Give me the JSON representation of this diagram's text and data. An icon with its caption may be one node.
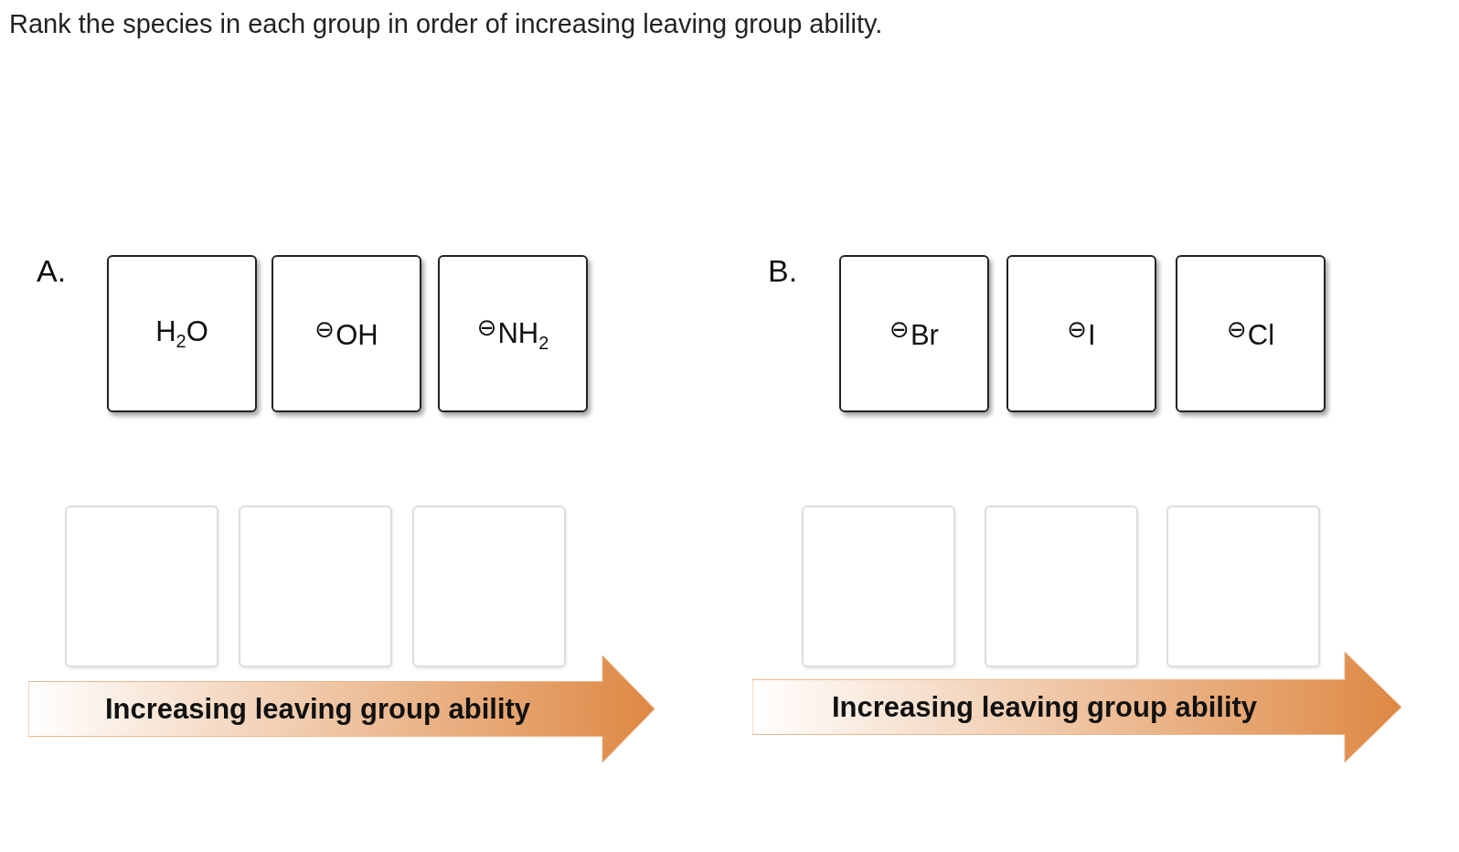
{
  "diagram": {
    "title": "Rank the species in each group in order of increasing leaving group ability.",
    "nodes": [
      {
        "text": [
          "H$_{2}$O"
        ]
      },
      {
        "text": [
          "$^{⊖}$OH"
        ]
      },
      {
        "text": [
          "$^{⊖}$NH$_{2}$"
        ]
      },
      {
        "text": [
          "$^{⊖}$Br"
        ]
      },
      {
        "text": [
          "$^{⊖}$I"
        ]
      },
      {
        "text": [
          "$^{⊖}$Cl"
        ]
      },
      {
        "text": [],
        "shape": "box"
      },
      {
        "text": [],
        "shape": "box"
      },
      {
        "text": [],
        "shape": "box"
      },
      {
        "text": [],
        "shape": "box"
      },
      {
        "text": [],
        "shape": "box"
      },
      {
        "text": [],
        "shape": "box"
      },
      {
        "text": [
          "Increasing leaving group ability"
        ]
      },
      {
        "text": [
          "Increasing leaving group ability"
        ]
      }
    ],
    "edges": [],
    "labels": [
      "A.",
      "B."
    ]
  }
}
